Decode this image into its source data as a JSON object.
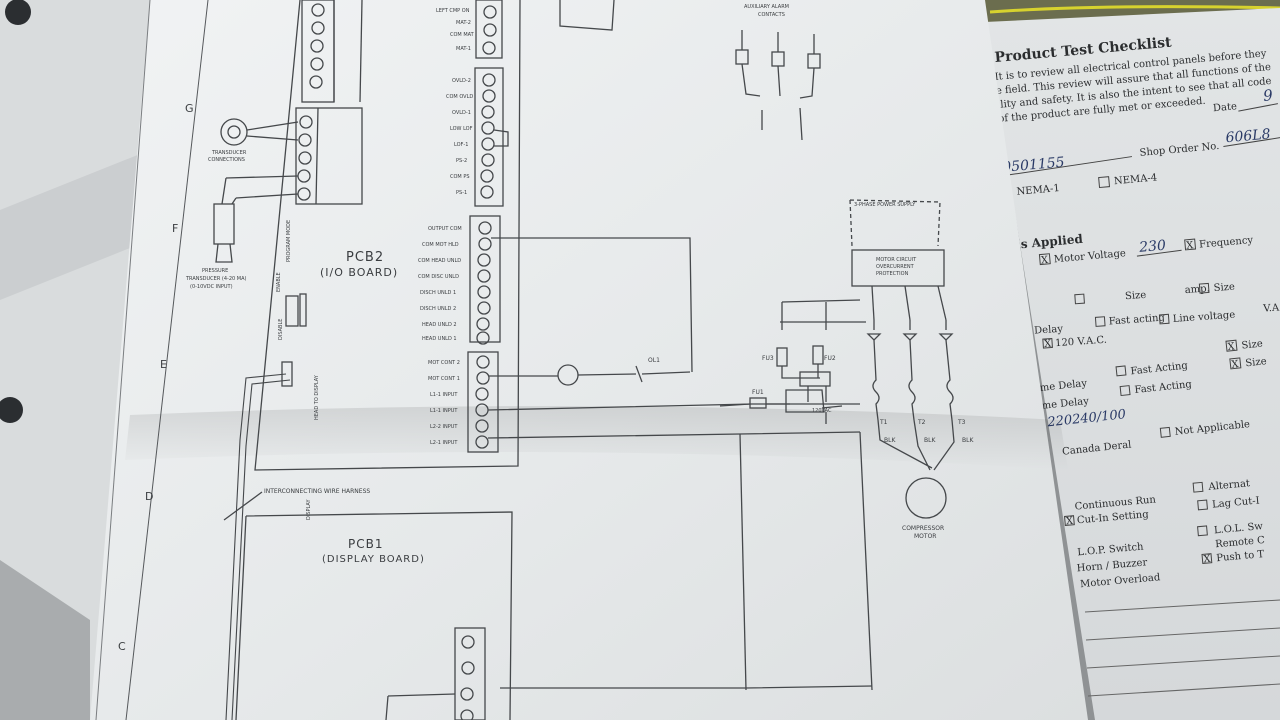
{
  "schematic": {
    "pcb2_title": "PCB2",
    "pcb2_subtitle": "(I/O BOARD)",
    "pcb1_title": "PCB1",
    "pcb1_subtitle": "(DISPLAY BOARD)",
    "harness_label": "INTERCONNECTING WIRE HARNESS",
    "power_supply_label": "3-PHASE POWER SUPPLY",
    "motor_protection_label": [
      "MOTOR CIRCUIT",
      "OVERCURRENT",
      "PROTECTION"
    ],
    "compressor_label": [
      "COMPRESSOR",
      "MOTOR"
    ],
    "auxiliary_label": [
      "AUXILIARY ALARM",
      "CONTACTS"
    ],
    "transducer_label": [
      "PRESSURE",
      "TRANSDUCER (4-20 MA)",
      "(0-10VDC INPUT)"
    ],
    "transducer_conn_label": [
      "TRANSDUCER",
      "CONNECTIONS"
    ],
    "terminal_block_labels": [
      "OUTPUT COM",
      "COM MOT HLD",
      "COM HEAD UNLD",
      "COM DISC UNLD",
      "DISCH UNLD 1",
      "DISCH UNLD 2",
      "HEAD UNLD 2",
      "HEAD UNLD 1"
    ],
    "terminal_block_2_labels": [
      "MOT CONT 2",
      "MOT CONT 1",
      "L1-1 INPUT",
      "L1-1 INPUT",
      "L2-2 INPUT",
      "L2-1 INPUT"
    ],
    "top_block_labels": [
      "OVLD-2",
      "COM OVLD",
      "OVLD-1",
      "LOW LOF",
      "LOF-1",
      "PS-2",
      "COM PS",
      "PS-1"
    ],
    "top_left_labels": [
      "LEFT CMP ON",
      "MAT-2",
      "COM MAT",
      "MAT-1"
    ],
    "display_labels": [
      "DISPLAY",
      "HEAD TO DISPLAY",
      "DISABLE",
      "ENABLE",
      "PROGRAM MODE"
    ],
    "transformer_label": "120VAC",
    "fuse_labels": [
      "FU1",
      "FU2",
      "FU3"
    ],
    "ol_labels": [
      "OL1",
      "T1",
      "T2",
      "T3",
      "BLK",
      "BLK",
      "BLK"
    ],
    "grid_letters": [
      "G",
      "F",
      "E",
      "D",
      "C"
    ]
  },
  "checklist": {
    "title": "Product Test Checklist",
    "intro": [
      "It is to review all electrical control panels before they",
      "e field. This review will assure that all functions of the",
      "ility and safety. It is also the intent to see that all code",
      "of the product are fully met or exceeded."
    ],
    "date_label": "Date",
    "date_value": "9",
    "serial_value": "0501155",
    "shop_order_label": "Shop Order No.",
    "shop_order_value": "606L8",
    "nema1": "NEMA-1",
    "nema4": "NEMA-4",
    "section_applied": "als Applied",
    "motor_voltage_label": "Motor Voltage",
    "motor_voltage_value": "230",
    "frequency_label": "Frequency",
    "size_label": "Size",
    "amp_label": "amp.",
    "delay_label": "Delay",
    "fast_acting_label": "Fast acting",
    "line_voltage_label": "Line voltage",
    "v_label": "V.A",
    "vac_120": "120 V.A.C.",
    "time_delay_label": "me Delay",
    "fast_acting_cap": "Fast Acting",
    "handwritten_code": "220240/100",
    "canada_label": "Canada Deral",
    "not_applicable": "Not Applicable",
    "continuous_run": "Continuous Run",
    "cut_in_setting": "Cut-In Setting",
    "alternation": "Alternat",
    "lag_cut": "Lag Cut-I",
    "lof_switch": "L.O.P. Switch",
    "horn_buzzer": "Horn / Buzzer",
    "motor_overload": "Motor Overload",
    "lol_switch": "L.O.L. Sw",
    "remote": "Remote C",
    "push_to": "Push to T"
  },
  "colors": {
    "paper": "#eceff0",
    "checklist_paper": "#dfe2e4",
    "ink": "#3a3d40",
    "background": "#8e9193"
  }
}
